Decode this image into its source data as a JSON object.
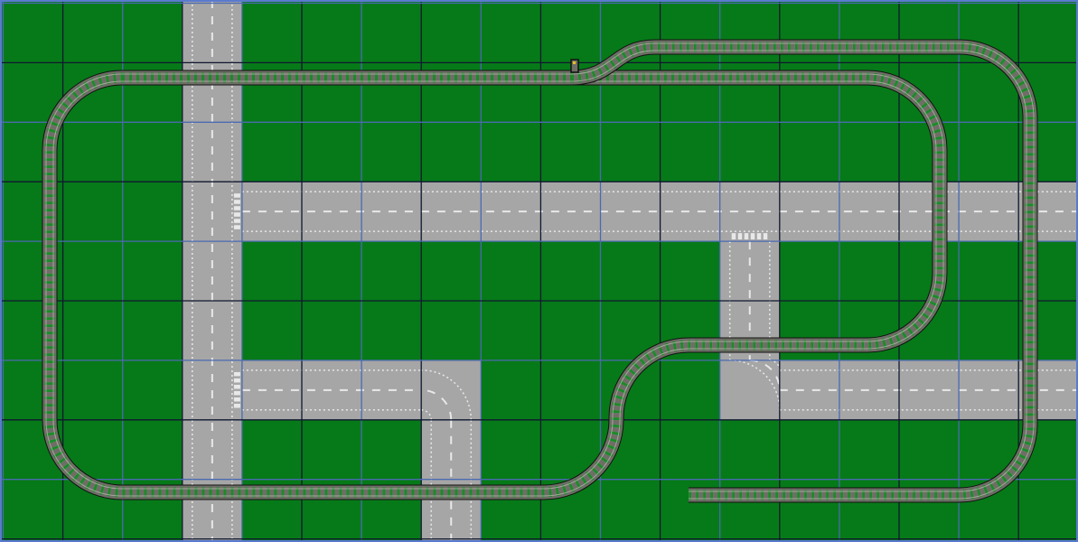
{
  "board": {
    "columns": 18,
    "rows": 9,
    "colors": {
      "baseplate": "#067a18",
      "grid_line": "#101830",
      "grid_line_alt": "#4a6ab0",
      "road": "#a6a6a6",
      "road_marking": "#e8e8e8",
      "track_bed": "#6e6e66",
      "rail": "#b0b0a8",
      "sleeper_gap": "#1c8a2a",
      "switch_signal": "#e8c020"
    }
  },
  "pieces": {
    "roads": [
      "vertical-road",
      "horizontal-road-main",
      "t-junction",
      "curve-right",
      "curve-down",
      "horizontal-road-lower-left",
      "horizontal-road-lower-right"
    ],
    "tracks": [
      "main-loop",
      "outer-loop",
      "switch",
      "dead-end-spur"
    ]
  }
}
